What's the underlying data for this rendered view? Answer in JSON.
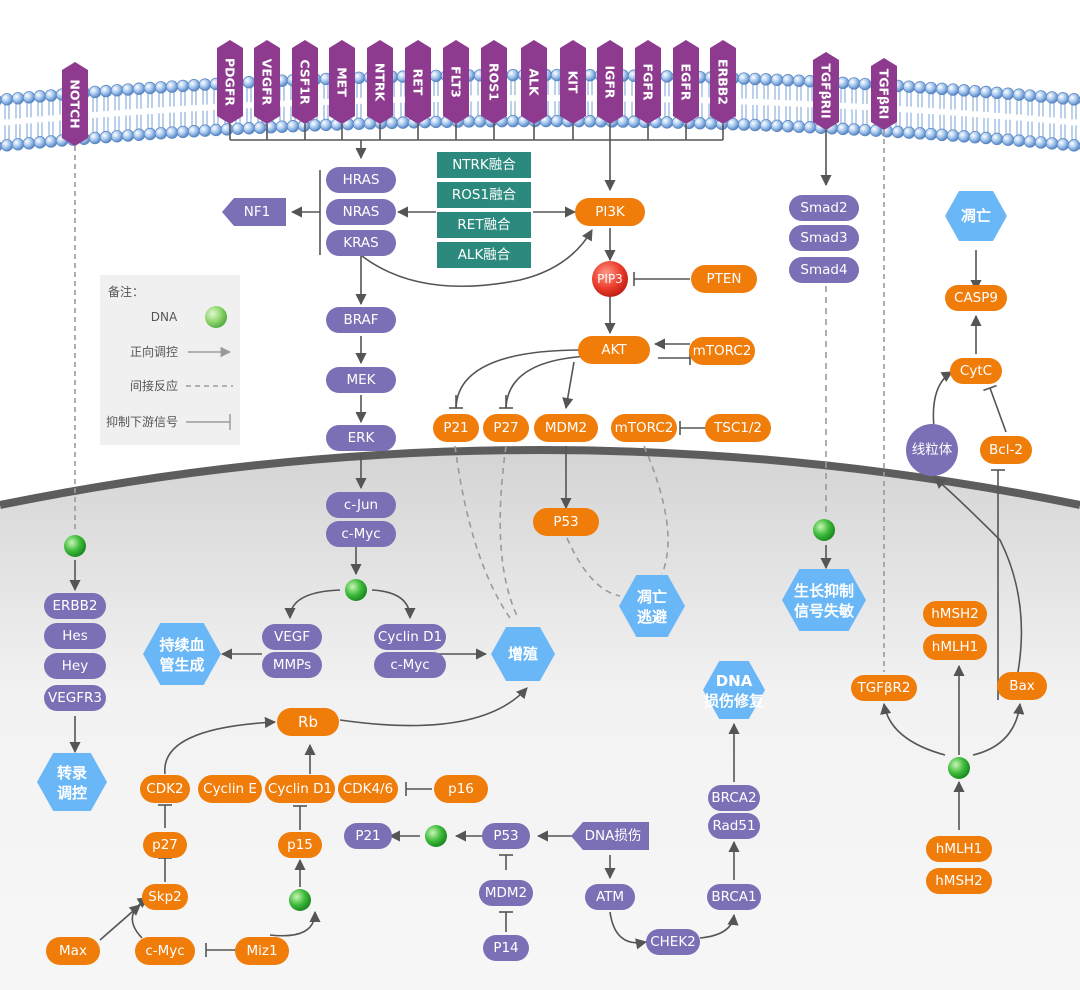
{
  "receptors": [
    "PDGFR",
    "VEGFR",
    "CSF1R",
    "MET",
    "NTRK",
    "RET",
    "FLT3",
    "ROS1",
    "ALK",
    "KIT",
    "IGFR",
    "FGFR",
    "EGFR",
    "ERBB2"
  ],
  "notch_receptor": "NOTCH",
  "tgfb_receptors": [
    "TGFβRII",
    "TGFβRI"
  ],
  "ras": [
    "HRAS",
    "NRAS",
    "KRAS"
  ],
  "nf1": "NF1",
  "fusions": [
    "NTRK融合",
    "ROS1融合",
    "RET融合",
    "ALK融合"
  ],
  "mapk": [
    "BRAF",
    "MEK",
    "ERK",
    "c-Jun",
    "c-Myc"
  ],
  "pi3k": {
    "pi3k": "PI3K",
    "pip3": "PIP3",
    "pten": "PTEN",
    "akt": "AKT",
    "mtorc2_akt": "mTORC2",
    "p21": "P21",
    "p27": "P27",
    "mdm2": "MDM2",
    "mtorc2": "mTORC2",
    "tsc": "TSC1/2",
    "p53": "P53"
  },
  "apoptosis_evasion": "凋亡逃避",
  "angio": {
    "vegf": "VEGF",
    "mmps": "MMPs",
    "outcome": "持续血管生成"
  },
  "prolif": {
    "cyclin_d1": "Cyclin D1",
    "c_myc": "c-Myc",
    "outcome": "增殖"
  },
  "smads": [
    "Smad2",
    "Smad3",
    "Smad4"
  ],
  "growth_insens": "生长抑制信号失敏",
  "apoptosis": {
    "title": "凋亡",
    "casp9": "CASP9",
    "cytc": "CytC",
    "mito": "线粒体",
    "bcl2": "Bcl-2",
    "bax": "Bax",
    "tgfbr2": "TGFβR2",
    "hmsh2_a": "hMSH2",
    "hmlh1_a": "hMLH1",
    "hmlh1_b": "hMLH1",
    "hmsh2_b": "hMSH2"
  },
  "notch_path": {
    "items": [
      "ERBB2",
      "Hes",
      "Hey",
      "VEGFR3"
    ],
    "outcome": "转录调控"
  },
  "cellcycle": {
    "rb": "Rb",
    "cdk2": "CDK2",
    "cyclin_e": "Cyclin E",
    "cyclin_d1": "Cyclin D1",
    "cdk46": "CDK4/6",
    "p16": "p16",
    "p27": "p27",
    "skp2": "Skp2",
    "p15": "p15",
    "max": "Max",
    "c_myc": "c-Myc",
    "miz1": "Miz1"
  },
  "dna": {
    "p21": "P21",
    "p53": "P53",
    "damage": "DNA损伤",
    "mdm2": "MDM2",
    "p14": "P14",
    "atm": "ATM",
    "chek2": "CHEK2",
    "brca1": "BRCA1",
    "rad51": "Rad51",
    "brca2": "BRCA2",
    "repair": "DNA损伤修复"
  },
  "legend": {
    "title": "备注：",
    "dna": "DNA",
    "positive": "正向调控",
    "indirect": "间接反应",
    "inhibit": "抑制下游信号"
  },
  "colors": {
    "purple": "#7b6fb5",
    "orange": "#f07c0a",
    "teal": "#2b8a7d",
    "hex": "#6ab7f7",
    "receptor": "#8e3b8f",
    "membrane": "#8aa8d6"
  }
}
